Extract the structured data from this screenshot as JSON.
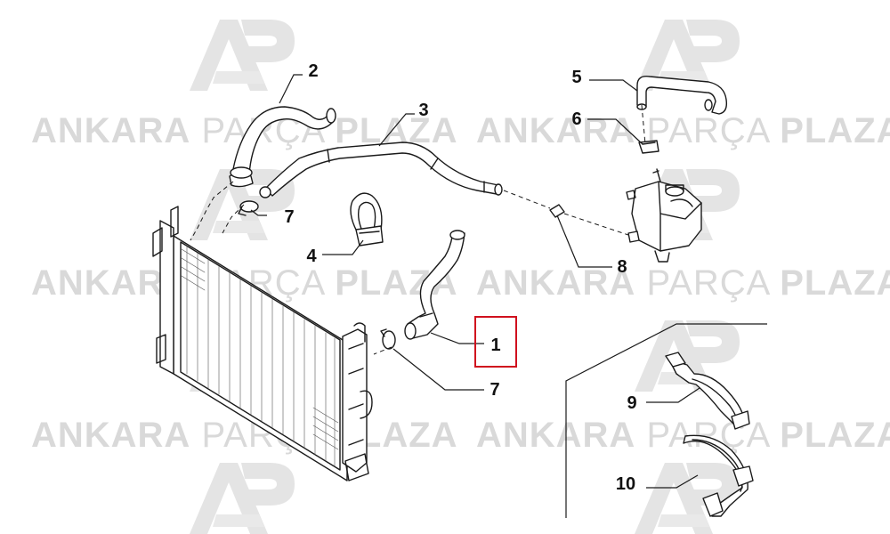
{
  "watermark": {
    "brand_a": "ANKARA",
    "brand_b": "PARÇA",
    "brand_c": "PLAZA",
    "color": "#d9d9d9",
    "logo_color": "#e2e2e2"
  },
  "callouts": [
    {
      "id": "1",
      "label": "1",
      "highlighted": true
    },
    {
      "id": "2",
      "label": "2"
    },
    {
      "id": "3",
      "label": "3"
    },
    {
      "id": "4",
      "label": "4"
    },
    {
      "id": "5",
      "label": "5"
    },
    {
      "id": "6",
      "label": "6"
    },
    {
      "id": "7a",
      "label": "7"
    },
    {
      "id": "7b",
      "label": "7"
    },
    {
      "id": "8",
      "label": "8"
    },
    {
      "id": "9",
      "label": "9"
    },
    {
      "id": "10",
      "label": "10"
    }
  ],
  "colors": {
    "line": "#1a1a1a",
    "highlight_box": "#d0101e"
  }
}
